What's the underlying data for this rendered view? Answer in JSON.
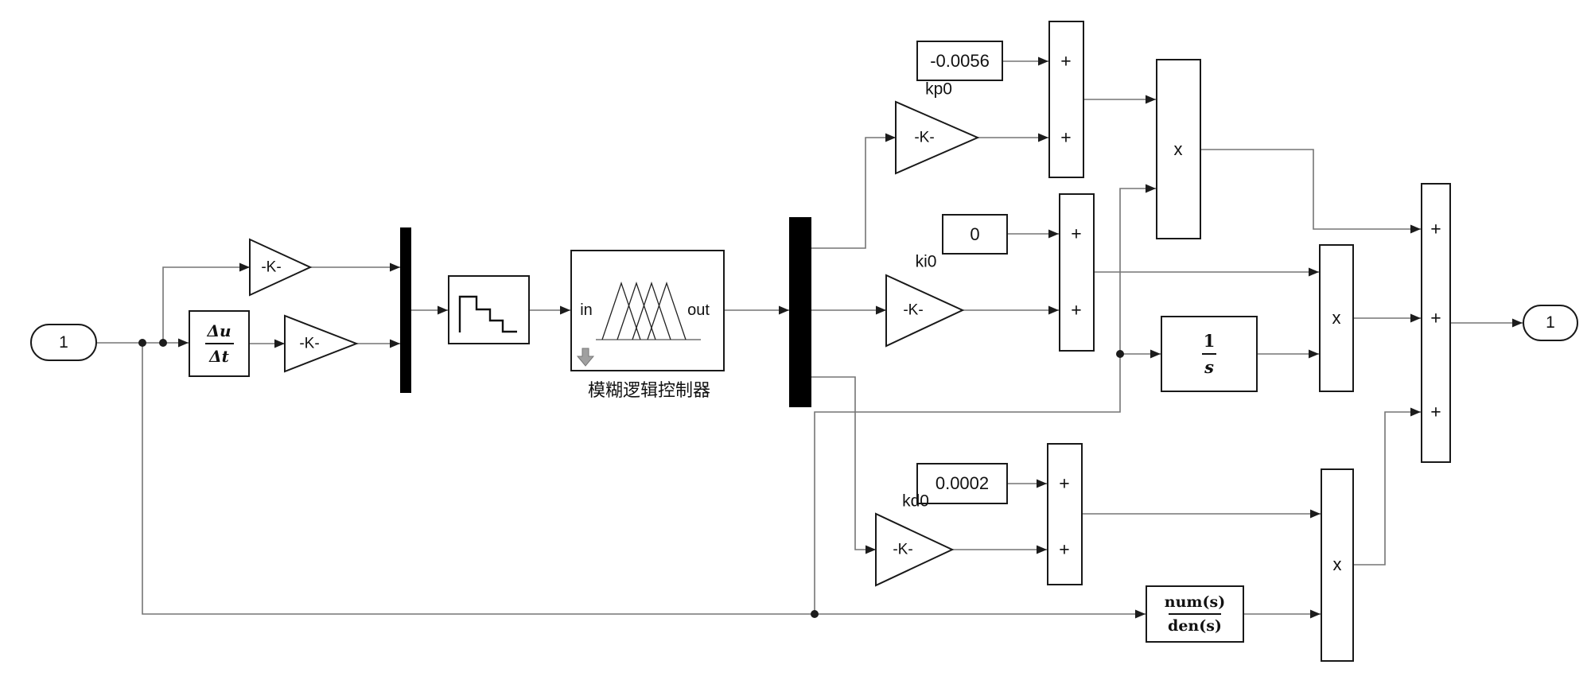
{
  "colors": {
    "background": "#ffffff",
    "block_border": "#191919",
    "wire": "#757575",
    "mux_fill": "#000000",
    "fuzzy_arrow": "#a0a0a0"
  },
  "ports": {
    "input_label": "1",
    "output_label": "1"
  },
  "gains": {
    "display": "-K-",
    "kp_name": "kp0",
    "ki_name": "ki0",
    "kd_name": "kd0"
  },
  "derivative": {
    "numerator": "Δu",
    "denominator": "Δt"
  },
  "fuzzy": {
    "in_label": "in",
    "out_label": "out",
    "caption": "模糊逻辑控制器"
  },
  "constants": {
    "kp_offset": "-0.0056",
    "ki_offset": "0",
    "kd_offset": "0.0002"
  },
  "sum": {
    "plus": "+"
  },
  "product": {
    "symbol": "x"
  },
  "integrator": {
    "numerator": "1",
    "denominator": "s"
  },
  "transfer_fcn": {
    "numerator": "num(s)",
    "denominator": "den(s)"
  }
}
